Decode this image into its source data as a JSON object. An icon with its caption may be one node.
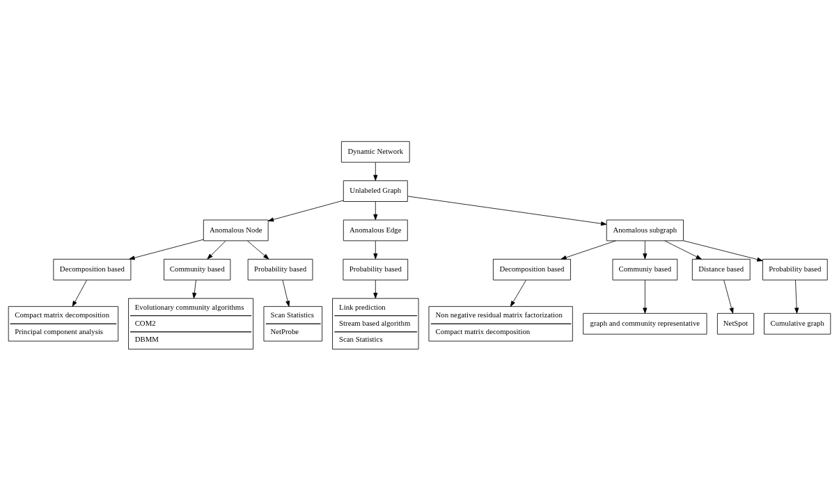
{
  "diagram": {
    "nodes": [
      {
        "text": [
          "Dynamic Network"
        ]
      },
      {
        "text": [
          "Unlabeled Graph"
        ]
      },
      {
        "text": [
          "Anomalous Node"
        ]
      },
      {
        "text": [
          "Anomalous Edge"
        ]
      },
      {
        "text": [
          "Anomalous subgraph"
        ]
      },
      {
        "text": [
          "Decomposition based"
        ]
      },
      {
        "text": [
          "Community based"
        ]
      },
      {
        "text": [
          "Probability based"
        ]
      },
      {
        "text": [
          "Probability based"
        ]
      },
      {
        "text": [
          "Decomposition based"
        ]
      },
      {
        "text": [
          "Communiy based"
        ]
      },
      {
        "text": [
          "Distance based"
        ]
      },
      {
        "text": [
          "Probability based"
        ]
      },
      {
        "text": [
          "Compact matrix decomposition",
          "Principal component analysis"
        ]
      },
      {
        "text": [
          "Evolutionary community algorithms",
          "COM2",
          "DBMM"
        ]
      },
      {
        "text": [
          "Scan Statistics",
          "NetProbe"
        ]
      },
      {
        "text": [
          "Link prediction",
          "Stream based algorithm",
          "Scan Statistics"
        ]
      },
      {
        "text": [
          "Non negative residual matrix factorization",
          "Compact matrix decomposition"
        ]
      },
      {
        "text": [
          "graph and community representative"
        ]
      },
      {
        "text": [
          "NetSpot"
        ]
      },
      {
        "text": [
          "Cumulative graph"
        ]
      }
    ],
    "edges": [
      {
        "from": 0,
        "to": 1,
        "arrow": "to"
      },
      {
        "from": 1,
        "to": 2,
        "arrow": "to"
      },
      {
        "from": 1,
        "to": 3,
        "arrow": "to"
      },
      {
        "from": 1,
        "to": 4,
        "arrow": "to"
      },
      {
        "from": 2,
        "to": 5,
        "arrow": "to"
      },
      {
        "from": 2,
        "to": 6,
        "arrow": "to"
      },
      {
        "from": 2,
        "to": 7,
        "arrow": "to"
      },
      {
        "from": 3,
        "to": 8,
        "arrow": "to"
      },
      {
        "from": 4,
        "to": 9,
        "arrow": "to"
      },
      {
        "from": 4,
        "to": 10,
        "arrow": "to"
      },
      {
        "from": 4,
        "to": 11,
        "arrow": "to"
      },
      {
        "from": 4,
        "to": 12,
        "arrow": "to"
      },
      {
        "from": 5,
        "to": 13,
        "arrow": "to"
      },
      {
        "from": 6,
        "to": 14,
        "arrow": "to"
      },
      {
        "from": 7,
        "to": 15,
        "arrow": "to"
      },
      {
        "from": 8,
        "to": 16,
        "arrow": "to"
      },
      {
        "from": 9,
        "to": 17,
        "arrow": "to"
      },
      {
        "from": 10,
        "to": 18,
        "arrow": "to"
      },
      {
        "from": 11,
        "to": 19,
        "arrow": "to"
      },
      {
        "from": 12,
        "to": 20,
        "arrow": "to"
      }
    ]
  }
}
